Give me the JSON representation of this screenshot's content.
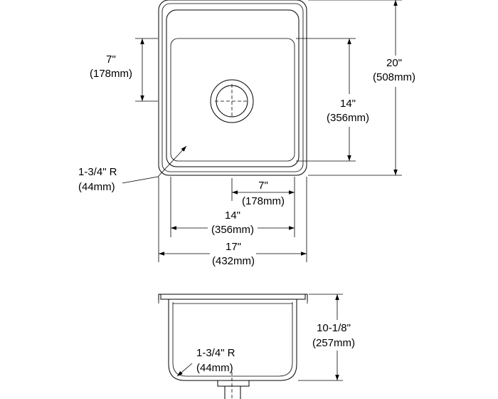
{
  "top_view": {
    "corner_radius": {
      "inches": "1-3/4\" R",
      "mm": "(44mm)"
    },
    "drain_offset_top": {
      "inches": "7\"",
      "mm": "(178mm)"
    },
    "bowl_length": {
      "inches": "14\"",
      "mm": "(356mm)"
    },
    "overall_length": {
      "inches": "20\"",
      "mm": "(508mm)"
    },
    "drain_offset_side": {
      "inches": "7\"",
      "mm": "(178mm)"
    },
    "bowl_width": {
      "inches": "14\"",
      "mm": "(356mm)"
    },
    "overall_width": {
      "inches": "17\"",
      "mm": "(432mm)"
    }
  },
  "section_view": {
    "depth": {
      "inches": "10-1/8\"",
      "mm": "(257mm)"
    },
    "corner_radius": {
      "inches": "1-3/4\" R",
      "mm": "(44mm)"
    }
  }
}
